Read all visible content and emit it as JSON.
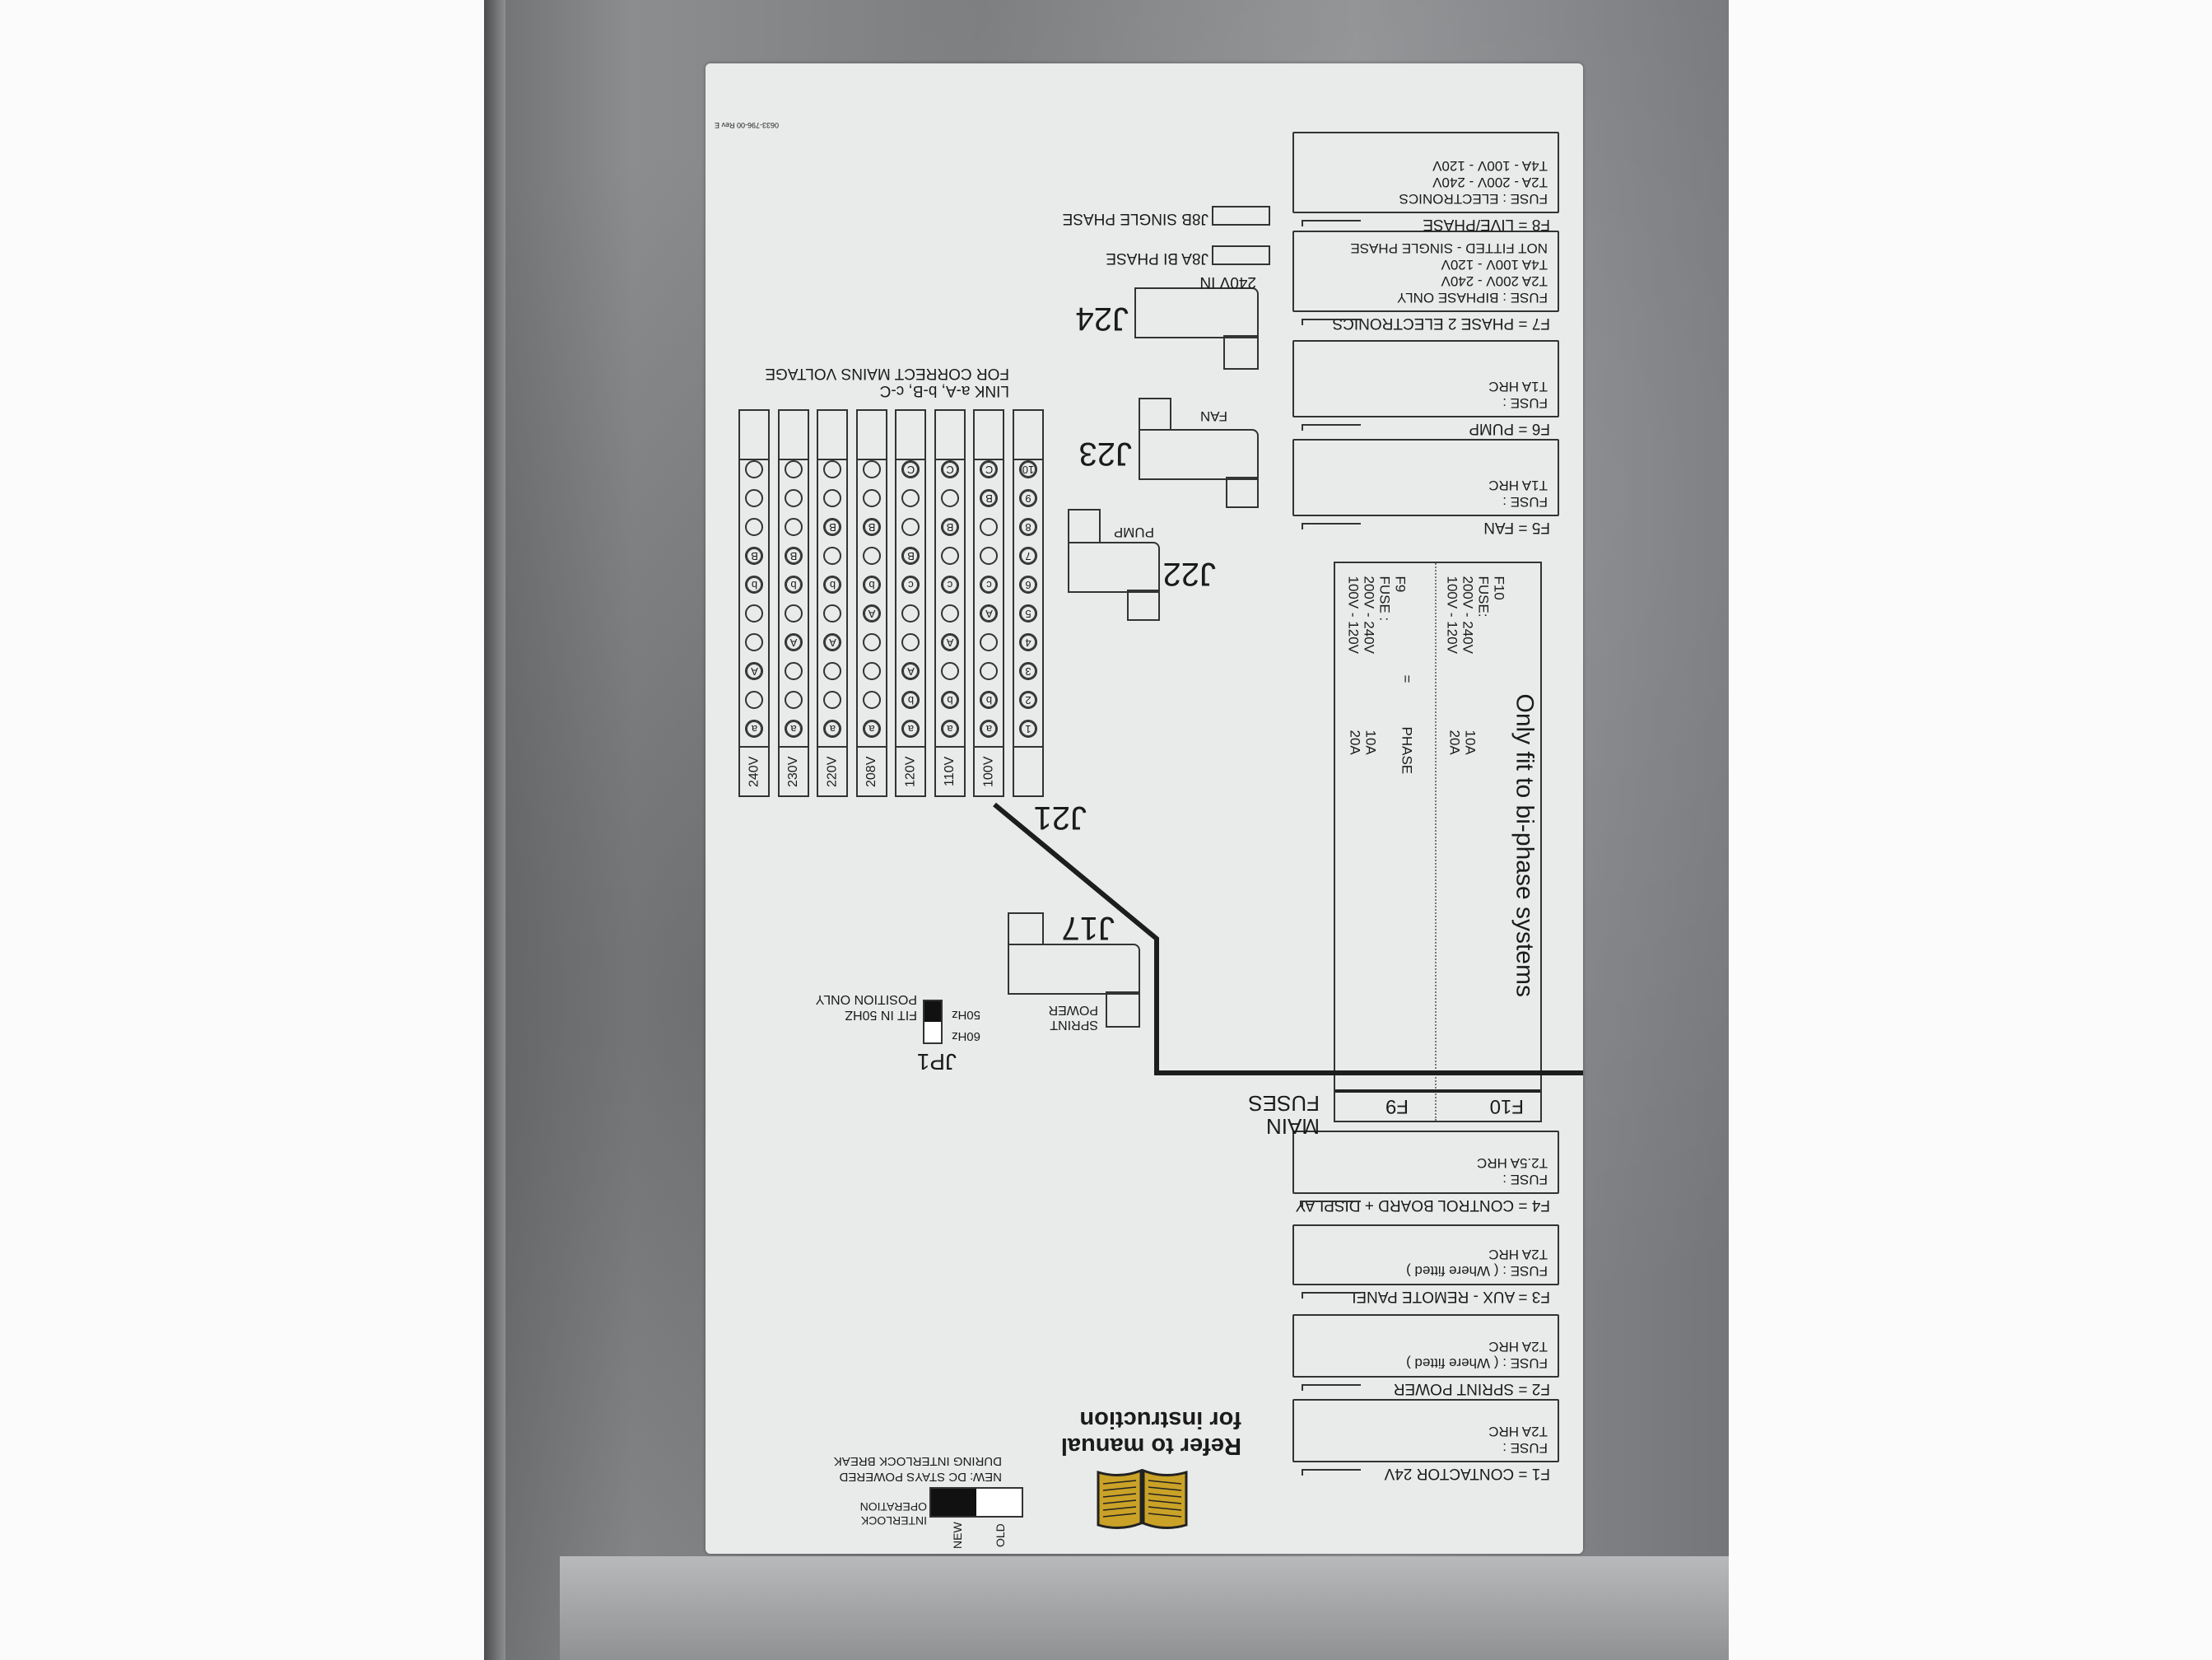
{
  "label": {
    "part_number": "0633-796-00 Rev E",
    "fuses": [
      {
        "title": "F1 = CONTACTOR 24V",
        "lines": [
          "FUSE :",
          "T2A HRC"
        ]
      },
      {
        "title": "F2 = SPRINT POWER",
        "lines": [
          "FUSE : ( Where fitted )",
          "T2A HRC"
        ]
      },
      {
        "title": "F3 = AUX - REMOTE PANEL",
        "lines": [
          "FUSE : ( Where fitted )",
          "T2A HRC"
        ]
      },
      {
        "title": "F4 = CONTROL BOARD + DISPLAY",
        "lines": [
          "FUSE :",
          "T2.5A HRC"
        ]
      },
      {
        "title": "F5 = FAN",
        "lines": [
          "FUSE :",
          "T1A HRC"
        ]
      },
      {
        "title": "F6 = PUMP",
        "lines": [
          "FUSE :",
          "T1A HRC"
        ]
      },
      {
        "title": "F7 = PHASE 2 ELECTRONICS",
        "lines": [
          "FUSE : BIPHASE ONLY",
          "T2A     200V - 240V",
          "T4A     100V - 120V",
          "NOT FITTED - SINGLE PHASE"
        ]
      },
      {
        "title": "F8 = LIVE/PHASE",
        "lines": [
          "FUSE : ELECTRONICS",
          "T2A - 200V - 240V",
          "T4A - 100V - 120V"
        ]
      }
    ],
    "main_fuses": {
      "title": "MAIN FUSES",
      "col_f10": "F10",
      "col_f9": "F9",
      "note": "Only fit to bi-phase systems",
      "f10_lines": [
        "F10",
        "FUSE:",
        "200V - 240V",
        "100V - 120V"
      ],
      "f10_ratings": [
        "10A",
        "20A"
      ],
      "f9_lines": [
        "F9",
        "FUSE :",
        "200V - 240V",
        "100V - 120V"
      ],
      "f9_ratings": [
        "10A",
        "20A"
      ],
      "equals": "=",
      "phase": "PHASE"
    },
    "connectors": {
      "j24": "J24",
      "j24_note": "240V IN",
      "j8a": "J8A   BI PHASE",
      "j8b": "J8B   SINGLE PHASE",
      "j23": "J23",
      "j23_note": "FAN",
      "j22": "J22",
      "j22_note": "PUMP",
      "j17": "J17",
      "j17_note_1": "SPRINT",
      "j17_note_2": "POWER",
      "j21": "J21"
    },
    "link_note": [
      "LINK  a-A,  b-B,  c-C",
      "FOR CORRECT MAINS VOLTAGE"
    ],
    "voltage_strips": [
      {
        "label": "",
        "pins": [
          "1",
          "2",
          "3",
          "4",
          "5",
          "6",
          "7",
          "8",
          "9",
          "10"
        ]
      },
      {
        "label": "100V",
        "pins": [
          "a",
          "b",
          "",
          "",
          "A",
          "c",
          "",
          "",
          "B",
          "C"
        ]
      },
      {
        "label": "110V",
        "pins": [
          "a",
          "b",
          "",
          "A",
          "",
          "c",
          "",
          "B",
          "",
          "C"
        ]
      },
      {
        "label": "120V",
        "pins": [
          "a",
          "b",
          "A",
          "",
          "",
          "c",
          "B",
          "",
          "",
          "C"
        ]
      },
      {
        "label": "208V",
        "pins": [
          "a",
          "",
          "",
          "",
          "A",
          "b",
          "",
          "B",
          "",
          ""
        ]
      },
      {
        "label": "220V",
        "pins": [
          "a",
          "",
          "",
          "A",
          "",
          "b",
          "",
          "B",
          "",
          ""
        ]
      },
      {
        "label": "230V",
        "pins": [
          "a",
          "",
          "",
          "A",
          "",
          "b",
          "B",
          "",
          "",
          ""
        ]
      },
      {
        "label": "240V",
        "pins": [
          "a",
          "",
          "A",
          "",
          "",
          "b",
          "B",
          "",
          "",
          ""
        ]
      }
    ],
    "jp1": {
      "title": "JP1",
      "opt_60": "60Hz",
      "opt_50": "50Hz",
      "selected": "50Hz",
      "note_1": "FIT IN 50HZ",
      "note_2": "POSITION ONLY"
    },
    "manual": {
      "line1": "Refer to manual",
      "line2": "for instruction"
    },
    "interlock": {
      "title_1": "INTERLOCK",
      "title_2": "OPERATION",
      "old": "OLD",
      "new": "NEW",
      "selected": "NEW",
      "note_1": "NEW:  DC STAYS POWERED",
      "note_2": "DURING INTERLOCK BREAK"
    },
    "colors": {
      "book": "#c9a227",
      "ink": "#1b1b1b",
      "label_bg": "#e9eaea"
    }
  }
}
